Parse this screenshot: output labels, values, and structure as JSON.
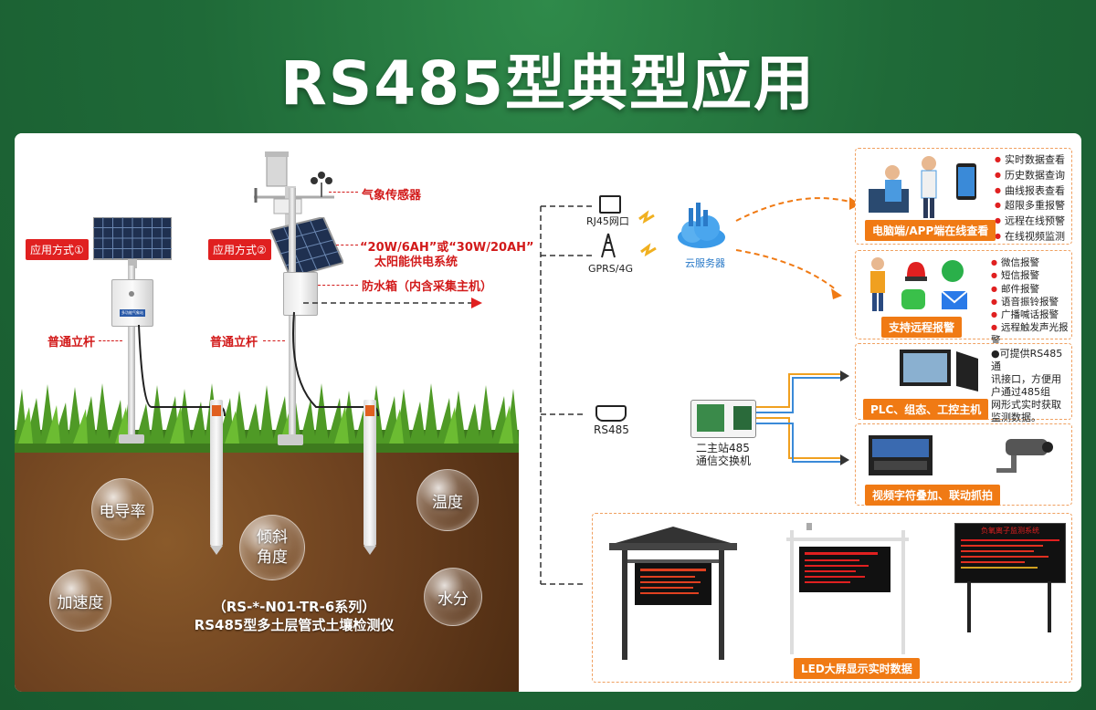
{
  "title": "RS485型典型应用",
  "left": {
    "method1": "应用方式①",
    "method2": "应用方式②",
    "weather_sensor": "气象传感器",
    "solar_line1": "“20W/6AH”或“30W/20AH”",
    "solar_line2": "太阳能供电系统",
    "waterproof_box": "防水箱（内含采集主机）",
    "pole1": "普通立杆",
    "pole2": "普通立杆",
    "bubbles": [
      "电导率",
      "倾斜角度",
      "温度",
      "加速度",
      "水分"
    ],
    "product_line1": "（RS-*-N01-TR-6系列）",
    "product_line2": "RS485型多土层管式土壤检测仪",
    "box_label": "多功能气象站"
  },
  "network": {
    "rj45": "RJ45网口",
    "gprs": "GPRS/4G",
    "cloud": "云服务器",
    "rs485": "RS485",
    "switch_line1": "二主站485",
    "switch_line2": "通信交换机"
  },
  "boxes": {
    "pc_app": {
      "banner": "电脑端/APP端在线查看",
      "items": [
        "实时数据查看",
        "历史数据查询",
        "曲线报表查看",
        "超限多重报警",
        "远程在线预警",
        "在线视频监测"
      ]
    },
    "alarm": {
      "banner": "支持远程报警",
      "items": [
        "微信报警",
        "短信报警",
        "邮件报警",
        "语音振铃报警",
        "广播喊话报警",
        "远程触发声光报警"
      ]
    },
    "plc": {
      "banner": "PLC、组态、工控主机",
      "text": [
        "●可提供RS485通",
        "讯接口，方便用",
        "户通过485组",
        "网形式实时获取",
        "监测数据。"
      ]
    },
    "video": {
      "banner": "视频字符叠加、联动抓拍"
    },
    "led": {
      "banner": "LED大屏显示实时数据",
      "screen3_title": "负氧离子监测系统"
    }
  },
  "colors": {
    "accent_red": "#e02020",
    "accent_orange": "#f07a14",
    "bg_green": "#1f6a38"
  }
}
